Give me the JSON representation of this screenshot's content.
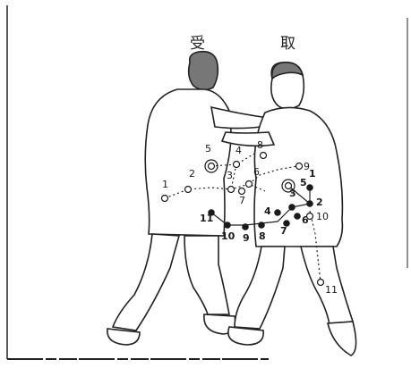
{
  "labels": {
    "uke": "受",
    "tori": "取"
  },
  "uke_points": [
    {
      "n": "1"
    },
    {
      "n": "2"
    },
    {
      "n": "3"
    },
    {
      "n": "4"
    },
    {
      "n": "5"
    },
    {
      "n": "6"
    },
    {
      "n": "7"
    },
    {
      "n": "8"
    },
    {
      "n": "9"
    }
  ],
  "tori_points": [
    {
      "n": "1"
    },
    {
      "n": "2"
    },
    {
      "n": "3"
    },
    {
      "n": "4"
    },
    {
      "n": "5"
    },
    {
      "n": "6"
    },
    {
      "n": "7"
    },
    {
      "n": "8"
    },
    {
      "n": "9"
    },
    {
      "n": "10"
    },
    {
      "n": "11"
    }
  ],
  "uke_far_points": [
    {
      "n": "10"
    },
    {
      "n": "11"
    }
  ],
  "colors": {
    "ink": "#1a1a1a",
    "paper": "#ffffff"
  }
}
